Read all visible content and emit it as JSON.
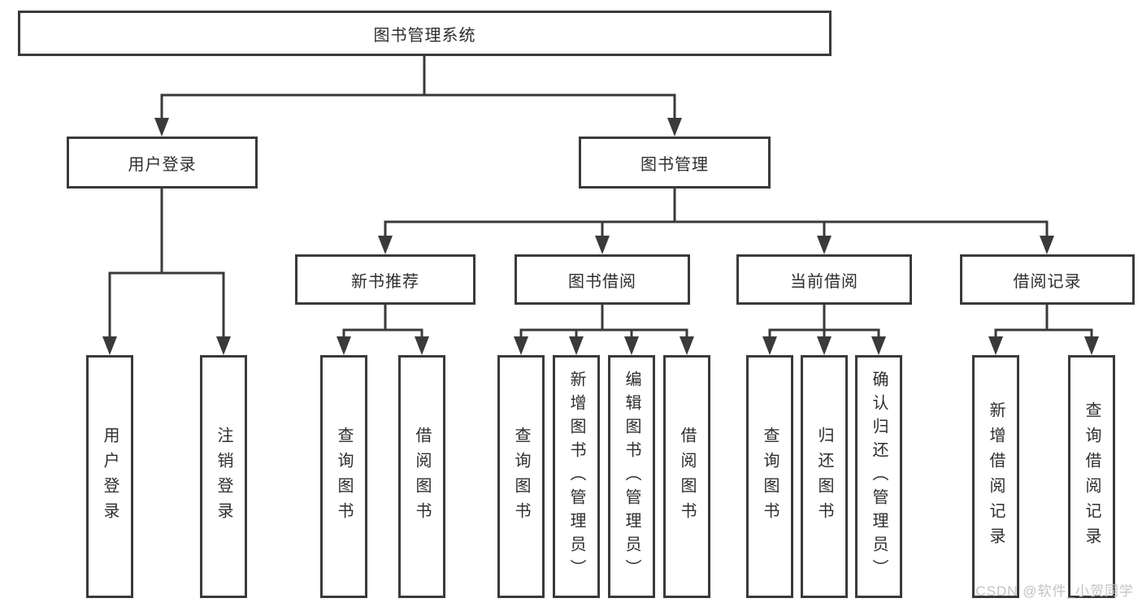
{
  "page": {
    "background": "#ffffff",
    "watermark": "CSDN @软件_小贺同学"
  },
  "colors": {
    "line": "#3a3a3a",
    "box_border": "#3a3a3a",
    "text": "#2e2e2e",
    "watermark": "#c3c3c3"
  },
  "tree": {
    "label": "图书管理系统",
    "children": [
      {
        "label": "用户登录",
        "children": [
          {
            "label": "用户登录"
          },
          {
            "label": "注销登录"
          }
        ]
      },
      {
        "label": "图书管理",
        "children": [
          {
            "label": "新书推荐",
            "children": [
              {
                "label": "查询图书"
              },
              {
                "label": "借阅图书"
              }
            ]
          },
          {
            "label": "图书借阅",
            "children": [
              {
                "label": "查询图书"
              },
              {
                "label": "新增图书（管理员）"
              },
              {
                "label": "编辑图书（管理员）"
              },
              {
                "label": "借阅图书"
              }
            ]
          },
          {
            "label": "当前借阅",
            "children": [
              {
                "label": "查询图书"
              },
              {
                "label": "归还图书"
              },
              {
                "label": "确认归还（管理员）"
              }
            ]
          },
          {
            "label": "借阅记录",
            "children": [
              {
                "label": "新增借阅记录"
              },
              {
                "label": "查询借阅记录"
              }
            ]
          }
        ]
      }
    ]
  }
}
